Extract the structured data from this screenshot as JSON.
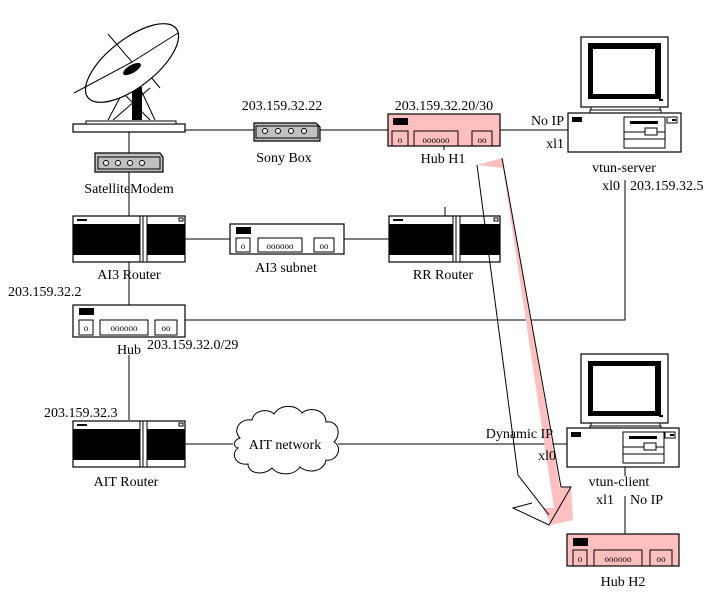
{
  "diagram": {
    "title": "vtun network topology",
    "colors": {
      "highlight": "#ffbfbf",
      "device_gray": "#c0c0c0",
      "line": "#000000",
      "background": "#ffffff"
    },
    "nodes": {
      "satellite_dish": {
        "label": ""
      },
      "satellite_modem": {
        "label": "SatelliteModem"
      },
      "sony_box": {
        "label": "Sony Box",
        "ip": "203.159.32.22"
      },
      "hub_h1": {
        "label": "Hub H1",
        "ip": "203.159.32.20/30",
        "port_a": "o",
        "port_b": "oooooo",
        "port_c": "oo"
      },
      "vtun_server": {
        "label": "vtun-server",
        "if_left": "xl1",
        "if_left_ip": "No IP",
        "if_bottom": "xl0",
        "if_bottom_ip": "203.159.32.5"
      },
      "ai3_router": {
        "label": "AI3 Router"
      },
      "ai3_subnet": {
        "label": "AI3 subnet",
        "port_a": "o",
        "port_b": "oooooo",
        "port_c": "oo"
      },
      "rr_router": {
        "label": "RR Router"
      },
      "hub": {
        "label": "Hub",
        "ip_top": "203.159.32.2",
        "subnet": "203.159.32.0/29",
        "port_a": "o",
        "port_b": "oooooo",
        "port_c": "oo"
      },
      "ait_router": {
        "label": "AIT Router",
        "ip": "203.159.32.3"
      },
      "ait_network": {
        "label": "AIT network"
      },
      "vtun_client": {
        "label": "vtun-client",
        "if_left": "xl0",
        "if_left_ip": "Dynamic IP",
        "if_bottom": "xl1",
        "if_bottom_ip": "No IP"
      },
      "hub_h2": {
        "label": "Hub H2",
        "port_a": "o",
        "port_b": "oooooo",
        "port_c": "oo"
      }
    },
    "edges": [
      [
        "satellite_dish",
        "sony_box"
      ],
      [
        "sony_box",
        "hub_h1"
      ],
      [
        "hub_h1",
        "vtun_server"
      ],
      [
        "satellite_dish",
        "satellite_modem"
      ],
      [
        "satellite_modem",
        "ai3_router"
      ],
      [
        "ai3_router",
        "ai3_subnet"
      ],
      [
        "ai3_subnet",
        "rr_router"
      ],
      [
        "hub_h1",
        "rr_router"
      ],
      [
        "ai3_router",
        "hub"
      ],
      [
        "hub",
        "vtun_server"
      ],
      [
        "hub",
        "ait_router"
      ],
      [
        "ait_router",
        "ait_network"
      ],
      [
        "ait_network",
        "vtun_client"
      ],
      [
        "vtun_client",
        "hub_h2"
      ]
    ],
    "tunnel_arrow": {
      "from": "hub_h1",
      "to": "hub_h2",
      "meaning": "vtun tunnel"
    }
  }
}
